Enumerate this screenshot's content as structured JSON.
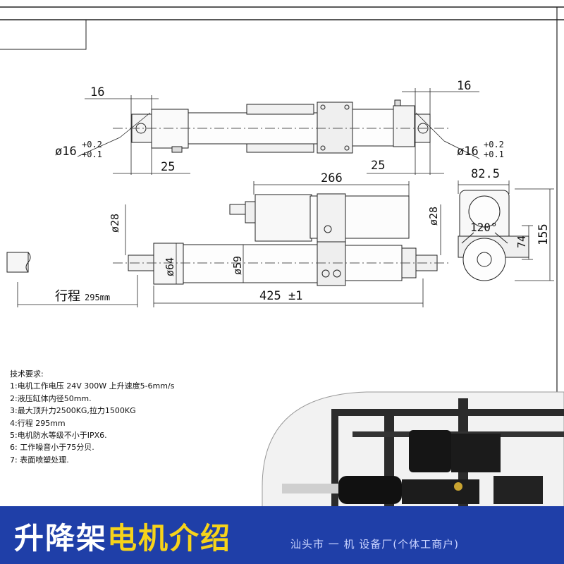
{
  "dimensions": {
    "d16_left": "16",
    "d16_right": "16",
    "d25_left": "25",
    "d25_right": "25",
    "d_bore_left_main": "ø16",
    "d_bore_left_sup": "+0.2",
    "d_bore_left_sub": "+0.1",
    "d_bore_right_main": "ø16",
    "d_bore_right_sup": "+0.2",
    "d_bore_right_sub": "+0.1",
    "d266": "266",
    "d82_5": "82.5",
    "d_phi28_left": "ø28",
    "d_phi28_right": "ø28",
    "d_phi64": "ø64",
    "d_phi59": "ø59",
    "d120": "120°",
    "d74": "74",
    "d155": "155",
    "stroke_label": "行程",
    "stroke_value": "295mm",
    "total_length": "425 ±1"
  },
  "tech_requirements": {
    "heading": "技术要求:",
    "items": [
      "1:电机工作电压 24V 300W 上升速度5-6mm/s",
      "2:液压缸体内径50mm.",
      "3:最大顶升力2500KG,拉力1500KG",
      "4:行程 295mm",
      "5:电机防水等级不小于IPX6.",
      "6: 工作噪音小于75分贝.",
      "7: 表面喷塑处理."
    ]
  },
  "banner": {
    "title_white": "升降架",
    "title_yellow": "电机介绍",
    "company": "汕头市  一  机  设备厂(个体工商户)",
    "bg_color": "#1f3fa8",
    "highlight_color": "#f6d31a"
  }
}
